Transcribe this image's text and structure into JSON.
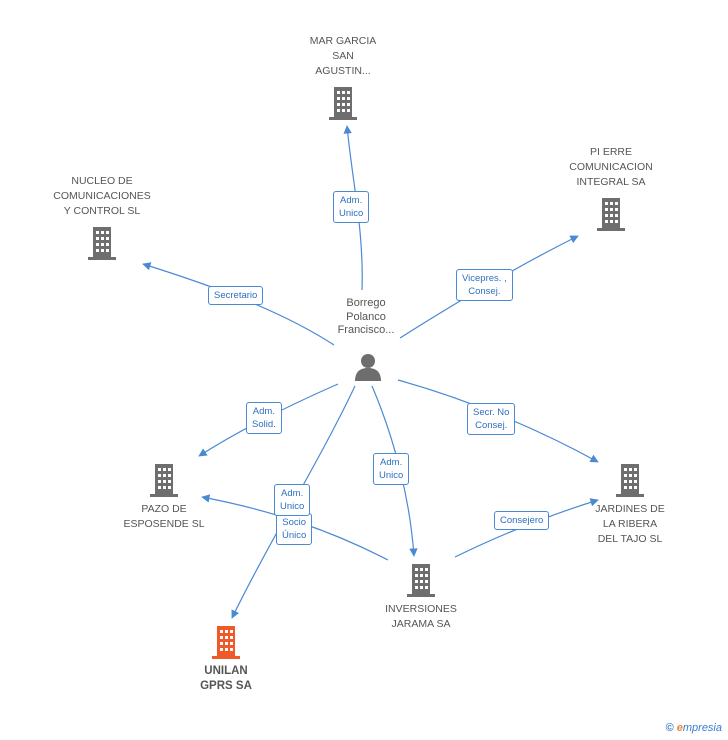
{
  "colors": {
    "edge": "#4a8ad4",
    "node_icon": "#6e6e6e",
    "focus_icon": "#f05a28"
  },
  "person": {
    "label": "Borrego\nPolanco\nFrancisco...",
    "icon": "person-icon"
  },
  "companies": {
    "mar_garcia": "MAR GARCIA\nSAN\nAGUSTIN...",
    "pierre": "PI ERRE\nCOMUNICACION\nINTEGRAL SA",
    "nucleo": "NUCLEO DE\nCOMUNICACIONES\nY CONTROL SL",
    "pazo": "PAZO DE\nESPOSENDE SL",
    "jardines": "JARDINES DE\nLA RIBERA\nDEL TAJO SL",
    "inversiones": "INVERSIONES\nJARAMA SA",
    "unilan": "UNILAN\nGPRS SA"
  },
  "relations": {
    "mar_garcia": "Adm.\nUnico",
    "pierre": "Vicepres. ,\nConsej.",
    "nucleo": "Secretario",
    "pazo": "Adm.\nSolid.",
    "jardines": "Secr. No\nConsej.",
    "inversiones": "Adm.\nUnico",
    "unilan": "Adm.\nUnico",
    "inv_pazo": "Socio\nÚnico",
    "inv_jardines": "Consejero"
  },
  "footer": {
    "copyright": "©",
    "brand_e": "e",
    "brand_rest": "mpresia"
  }
}
